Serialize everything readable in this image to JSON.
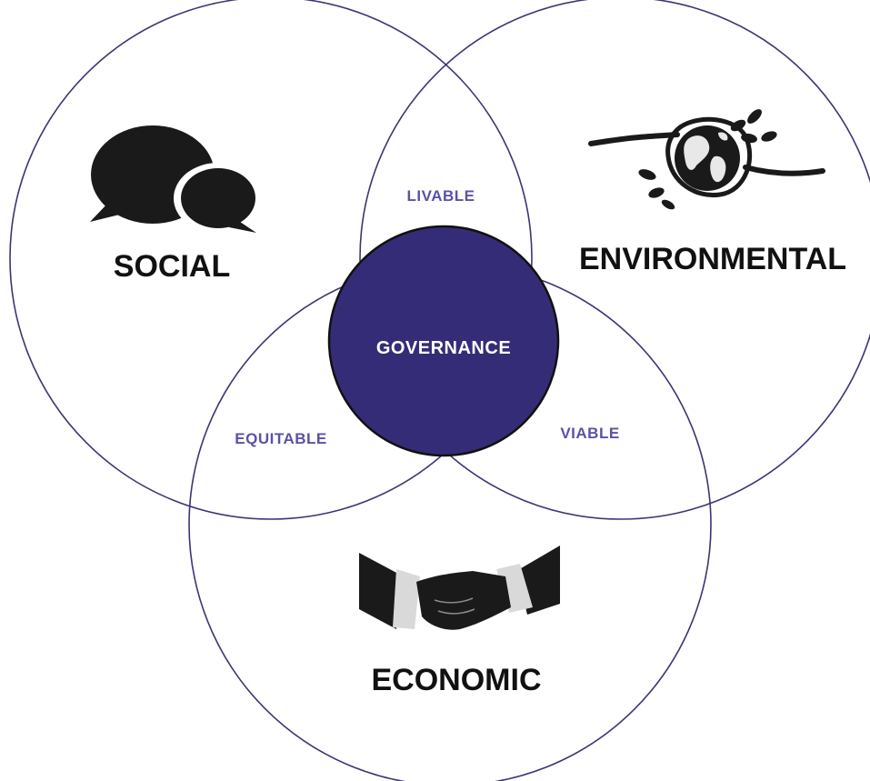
{
  "colors": {
    "ring": "#3d3573",
    "hub": "#352c78",
    "overlap_text": "#5a52a6",
    "label_text": "#111111"
  },
  "pillars": {
    "social": {
      "label": "SOCIAL",
      "icon": "speech-bubbles-icon"
    },
    "environmental": {
      "label": "ENVIRONMENTAL",
      "icon": "globe-with-leaves-icon"
    },
    "economic": {
      "label": "ECONOMIC",
      "icon": "handshake-icon"
    }
  },
  "overlaps": {
    "social_environmental": "LIVABLE",
    "social_economic": "EQUITABLE",
    "environmental_economic": "VIABLE"
  },
  "center": {
    "label": "GOVERNANCE"
  }
}
